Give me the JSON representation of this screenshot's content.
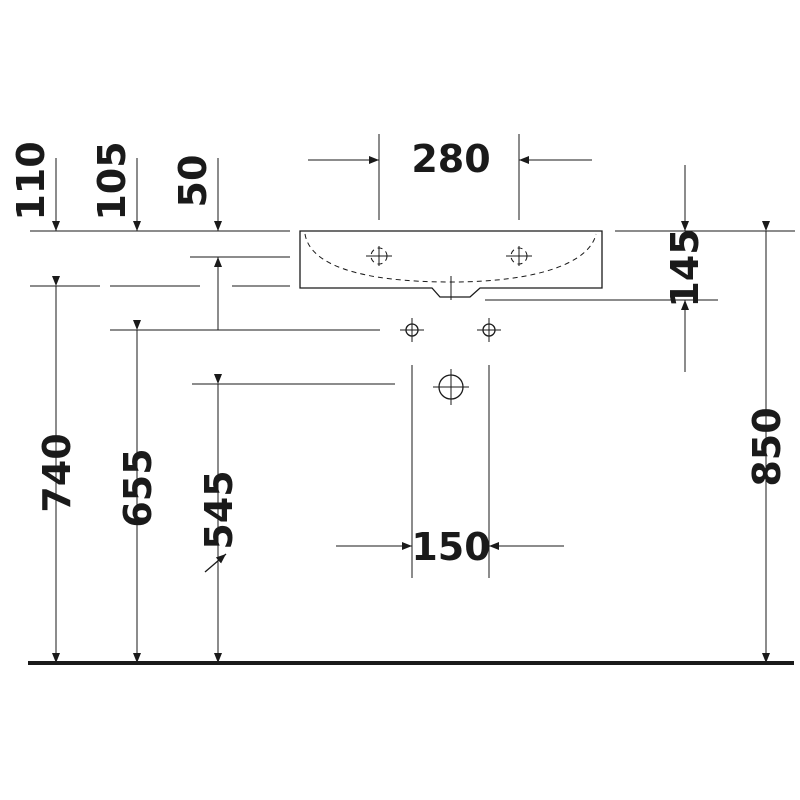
{
  "dimensions": {
    "d110": "110",
    "d105": "105",
    "d50": "50",
    "d280": "280",
    "d145": "145",
    "d740": "740",
    "d655": "655",
    "d545": "545",
    "d150": "150",
    "d850": "850"
  },
  "colors": {
    "ink": "#1a1a1a",
    "background": "#ffffff"
  }
}
